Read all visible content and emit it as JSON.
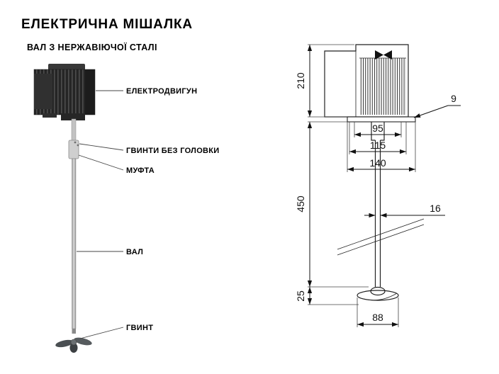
{
  "title": "ЕЛЕКТРИЧНА МІШАЛКА",
  "subtitle": "ВАЛ З НЕРЖАВІЮЧОЇ СТАЛІ",
  "part_labels": {
    "motor": "ЕЛЕКТРОДВИГУН",
    "set_screws": "ГВИНТИ БЕЗ ГОЛОВКИ",
    "coupling": "МУФТА",
    "shaft": "ВАЛ",
    "propeller": "ГВИНТ"
  },
  "dimensions": {
    "motor_height": "210",
    "flange_thickness": "9",
    "bolt_circle": "95",
    "pitch_circle": "115",
    "flange_width": "140",
    "shaft_length": "450",
    "shaft_diameter": "16",
    "propeller_height": "25",
    "propeller_diameter": "88"
  },
  "icons": {
    "brand": "propeller-logo"
  },
  "colors": {
    "ink": "#111111",
    "photo_dark": "#252525",
    "metal": "#cfcfcf"
  }
}
